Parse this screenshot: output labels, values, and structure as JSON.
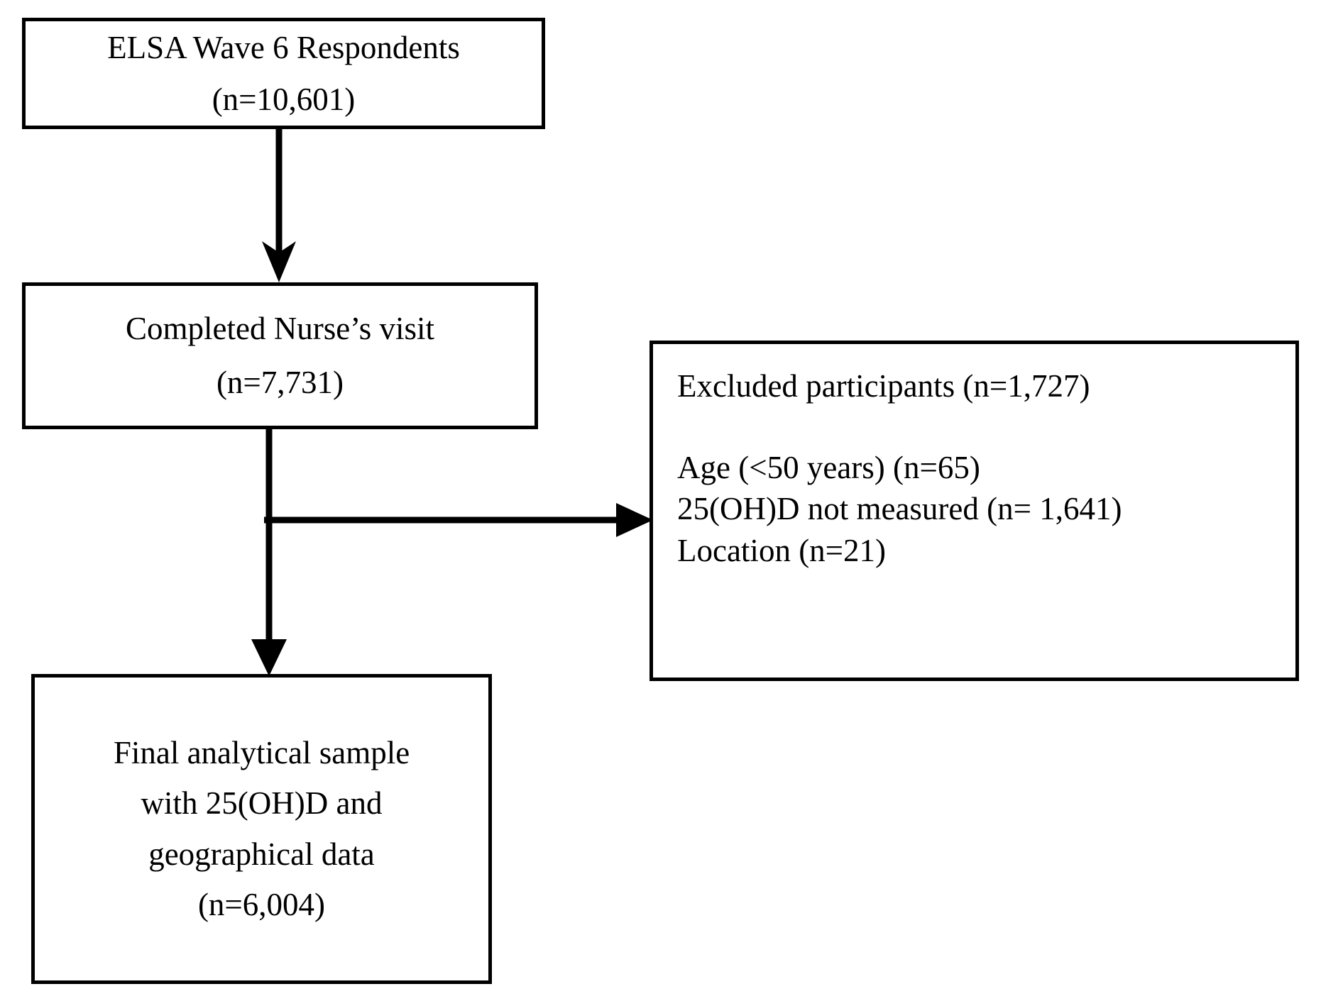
{
  "diagram": {
    "title": "Participant flow diagram",
    "type": "flowchart",
    "background_color": "#ffffff",
    "stroke_color": "#000000",
    "nodes": [
      {
        "id": "respondents",
        "lines": [
          "ELSA Wave 6 Respondents",
          "(n=10,601)"
        ],
        "align": "center"
      },
      {
        "id": "nurse_visit",
        "lines": [
          "Completed Nurse’s visit",
          "(n=7,731)"
        ],
        "align": "center"
      },
      {
        "id": "excluded",
        "lines": [
          "Excluded participants (n=1,727)",
          "Age (<50 years) (n=65)",
          "25(OH)D not measured (n= 1,641)",
          "Location (n=21)"
        ],
        "align": "left"
      },
      {
        "id": "final_sample",
        "lines": [
          "Final analytical sample",
          "with 25(OH)D and",
          "geographical data",
          "(n=6,004)"
        ],
        "align": "center"
      }
    ],
    "connectors": [
      {
        "id": "respondents_to_nurse",
        "from": "respondents",
        "to": "nurse_visit",
        "direction": "down",
        "arrowhead": "filled-triangle"
      },
      {
        "id": "nurse_to_final",
        "from": "nurse_visit",
        "to": "final_sample",
        "direction": "down",
        "arrowhead": "filled-triangle"
      },
      {
        "id": "nurse_to_excluded",
        "from": "nurse_visit",
        "to": "excluded",
        "direction": "right",
        "arrowhead": "filled-triangle"
      }
    ]
  },
  "nodes": {
    "respondents": {
      "line1": "ELSA Wave 6 Respondents",
      "line2": "(n=10,601)"
    },
    "nurse_visit": {
      "line1": "Completed Nurse’s visit",
      "line2": "(n=7,731)"
    },
    "excluded": {
      "line1": "Excluded participants (n=1,727)",
      "line2": "Age (<50 years) (n=65)",
      "line3": "25(OH)D not measured (n= 1,641)",
      "line4": "Location (n=21)"
    },
    "final_sample": {
      "line1": "Final analytical sample",
      "line2": "with 25(OH)D and",
      "line3": "geographical data",
      "line4": "(n=6,004)"
    }
  },
  "counts": {
    "wave6_respondents": 10601,
    "completed_nurse_visit": 7731,
    "excluded_total": 1727,
    "excluded_age_under_50": 65,
    "excluded_25ohd_not_measured": 1641,
    "excluded_location": 21,
    "final_analytical_sample": 6004
  }
}
